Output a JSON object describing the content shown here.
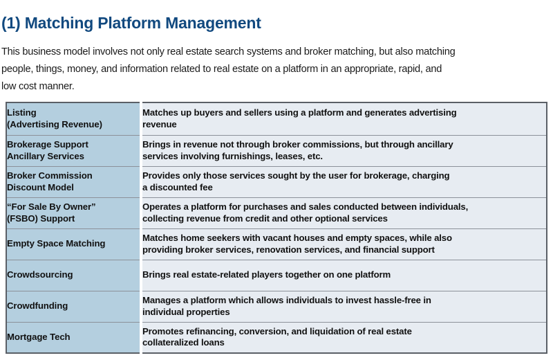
{
  "heading": "(1) Matching Platform Management",
  "intro": {
    "lines": [
      "This business model involves not only real estate search systems and broker matching, but also matching",
      "people, things, money, and information related to real estate on a platform in an appropriate, rapid, and",
      "low cost manner."
    ]
  },
  "colors": {
    "heading": "#11497f",
    "name_column_bg": "#b4cfdf",
    "desc_column_bg": "#e7ecf2",
    "table_border": "#5a5f66",
    "row_divider": "#8c9199",
    "text": "#111111"
  },
  "table": {
    "rows": [
      {
        "name_lines": [
          "Listing",
          "(Advertising Revenue)"
        ],
        "desc_lines": [
          "Matches up buyers and sellers using a platform and generates advertising",
          "revenue"
        ]
      },
      {
        "name_lines": [
          "Brokerage Support",
          "Ancillary Services"
        ],
        "desc_lines": [
          "Brings in revenue not through broker commissions, but through ancillary",
          "services involving furnishings, leases, etc."
        ]
      },
      {
        "name_lines": [
          "Broker Commission",
          "Discount Model"
        ],
        "desc_lines": [
          "Provides only those services sought by the user for brokerage, charging",
          "a discounted fee"
        ]
      },
      {
        "name_lines": [
          "“For Sale By Owner”",
          "(FSBO) Support"
        ],
        "desc_lines": [
          "Operates a platform for purchases and sales conducted between individuals,",
          "collecting revenue from credit and other optional services"
        ]
      },
      {
        "name_lines": [
          "Empty Space Matching"
        ],
        "desc_lines": [
          "Matches home seekers with vacant houses and empty spaces, while also",
          "providing broker services, renovation services, and financial support"
        ]
      },
      {
        "name_lines": [
          "Crowdsourcing"
        ],
        "desc_lines": [
          "Brings real estate-related players together on one platform"
        ]
      },
      {
        "name_lines": [
          "Crowdfunding"
        ],
        "desc_lines": [
          "Manages a platform which allows individuals to invest hassle-free in",
          "individual properties"
        ]
      },
      {
        "name_lines": [
          "Mortgage Tech"
        ],
        "desc_lines": [
          "Promotes refinancing, conversion, and liquidation of real estate",
          "collateralized loans"
        ]
      }
    ]
  }
}
